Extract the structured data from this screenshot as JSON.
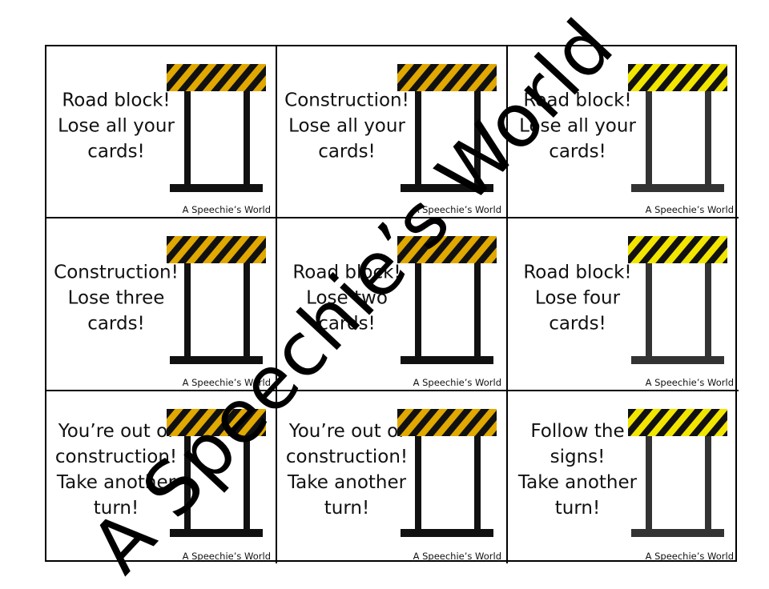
{
  "watermark": "A Speechie’s World",
  "colors": {
    "stripe_gold": "#e0a800",
    "stripe_yellow": "#f2e600",
    "stripe_dark": "#111111",
    "barrier_black": "#111111",
    "barrier_gray": "#333333"
  },
  "cards": [
    {
      "text": "Road block!\nLose all your\ncards!",
      "credit": "A Speechie’s World",
      "stripe": "gold"
    },
    {
      "text": "Construction!\nLose all your\ncards!",
      "credit": "A Speechie’s World",
      "stripe": "gold"
    },
    {
      "text": "Road block!\nLose all your\ncards!",
      "credit": "A Speechie’s World",
      "stripe": "yellow"
    },
    {
      "text": "Construction!\nLose three\ncards!",
      "credit": "A Speechie’s World",
      "stripe": "gold"
    },
    {
      "text": "Road block!\nLose two\ncards!",
      "credit": "A Speechie’s World",
      "stripe": "gold"
    },
    {
      "text": "Road block!\nLose four\ncards!",
      "credit": "A Speechie’s World",
      "stripe": "yellow"
    },
    {
      "text": "You’re out of\nconstruction!\nTake another\nturn!",
      "credit": "A Speechie’s World",
      "stripe": "gold"
    },
    {
      "text": "You’re out of\nconstruction!\nTake another\nturn!",
      "credit": "A Speechie’s World",
      "stripe": "gold"
    },
    {
      "text": "Follow the\nsigns!\nTake another\nturn!",
      "credit": "A Speechie’s World",
      "stripe": "yellow"
    }
  ]
}
